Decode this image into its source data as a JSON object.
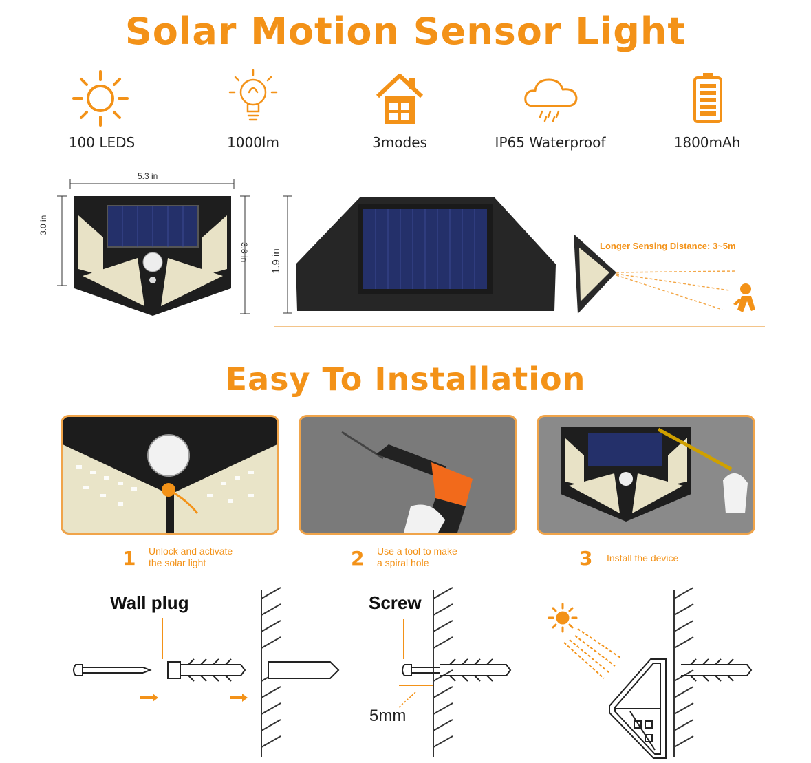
{
  "header": {
    "title": "Solar Motion Sensor Light"
  },
  "features": [
    {
      "icon": "sun-icon",
      "label": "100 LEDS"
    },
    {
      "icon": "bulb-icon",
      "label": "1000lm"
    },
    {
      "icon": "house-icon",
      "label": "3modes"
    },
    {
      "icon": "rain-cloud-icon",
      "label": "IP65 Waterproof"
    },
    {
      "icon": "battery-icon",
      "label": "1800mAh"
    }
  ],
  "dimensions": {
    "width": "5.3 in",
    "height": "3.0 in",
    "side_height": "3.8 in",
    "depth_height": "1.9 in",
    "sensing": "Longer Sensing Distance: 3~5m"
  },
  "install": {
    "title": "Easy To Installation",
    "steps": [
      {
        "num": "1",
        "line1": "Unlock and activate",
        "line2": "the solar light"
      },
      {
        "num": "2",
        "line1": "Use a tool to make",
        "line2": "a spiral hole"
      },
      {
        "num": "3",
        "line1": "Install the device",
        "line2": ""
      }
    ]
  },
  "diagram": {
    "wall_plug": "Wall plug",
    "screw": "Screw",
    "size": "5mm"
  },
  "colors": {
    "accent": "#f39218",
    "dark": "#1e1e1e",
    "panel": "#24306a"
  }
}
